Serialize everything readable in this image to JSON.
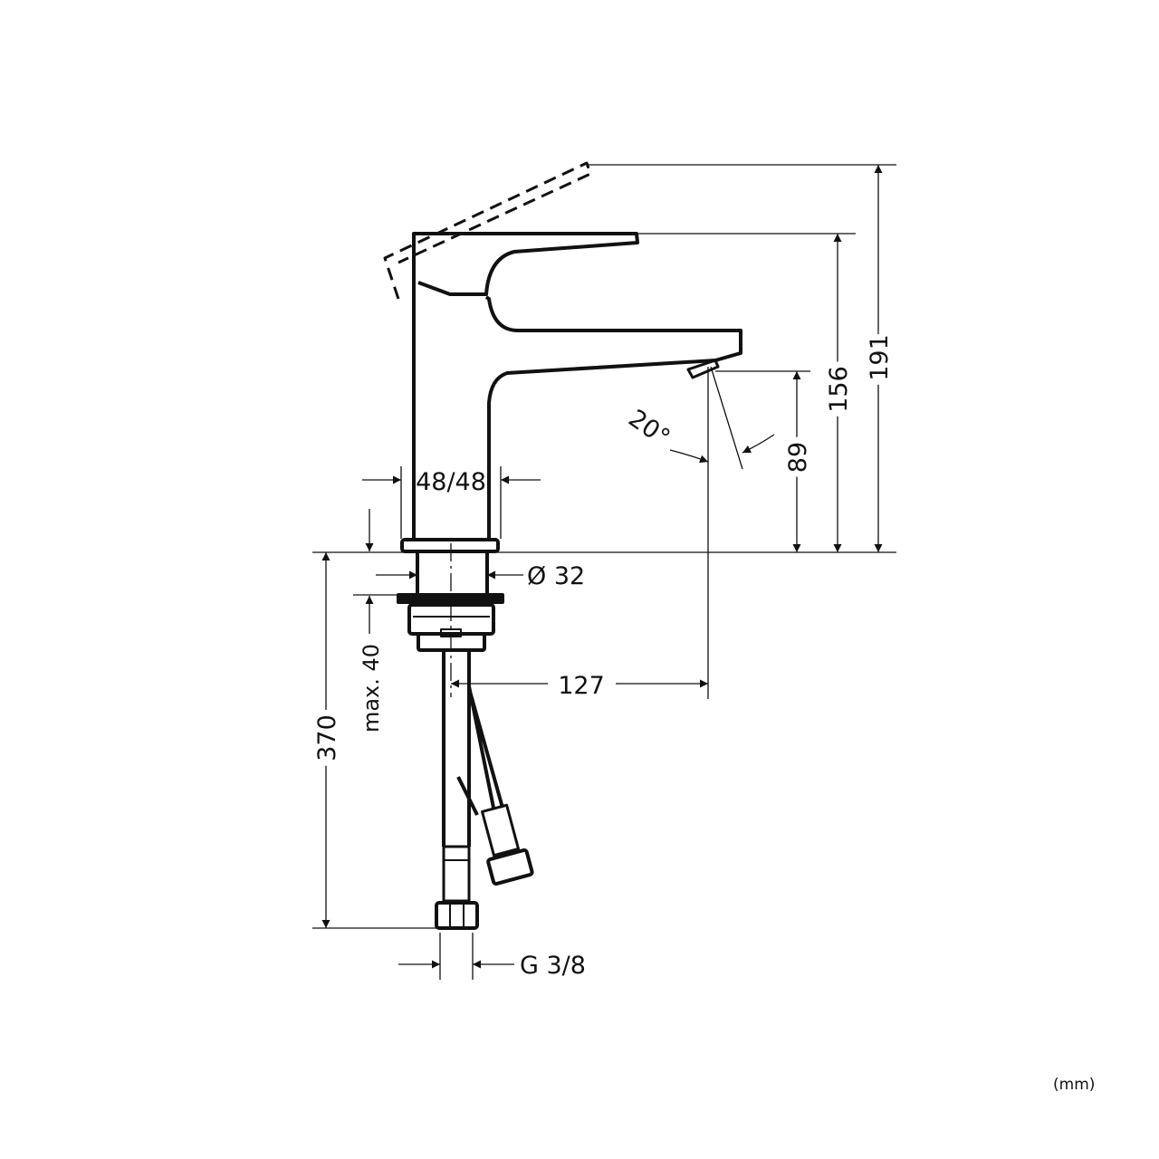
{
  "drawing": {
    "title": "Basin mixer dimension drawing",
    "dimensions": {
      "total_height": "191",
      "handle_height": "156",
      "spout_height": "89",
      "spout_angle": "20°",
      "body_width": "48/48",
      "shank_diameter": "Ø 32",
      "spout_reach": "127",
      "max_deck_thickness": "max. 40",
      "hose_length": "370",
      "connection_thread": "G 3/8"
    },
    "units": "(mm)",
    "colors": {
      "line": "#111111",
      "background": "#ffffff"
    }
  }
}
